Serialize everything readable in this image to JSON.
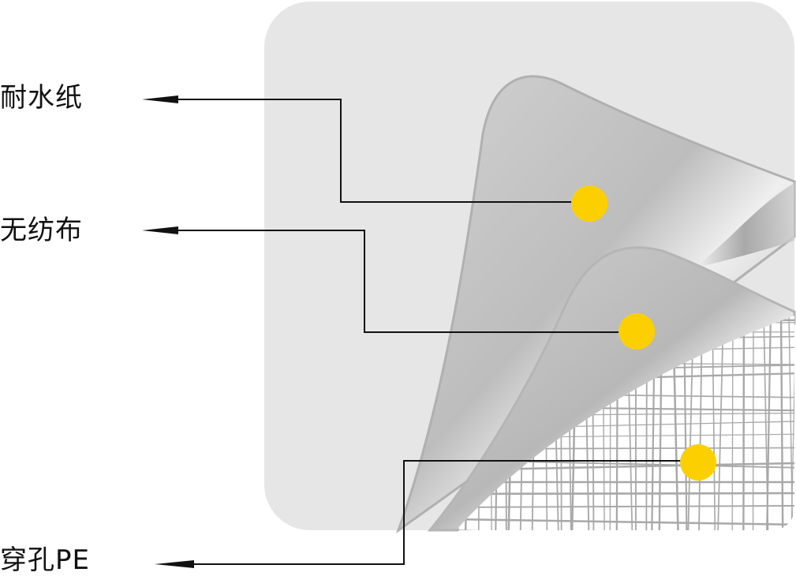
{
  "labels": {
    "paper": "耐水纸",
    "nonwoven": "无纺布",
    "pe": "穿孔PE"
  },
  "colors": {
    "panel": "#e6e6e6",
    "marker": "#fcd000",
    "leader_line": "#111111",
    "mesh": "#a8a8a8"
  }
}
